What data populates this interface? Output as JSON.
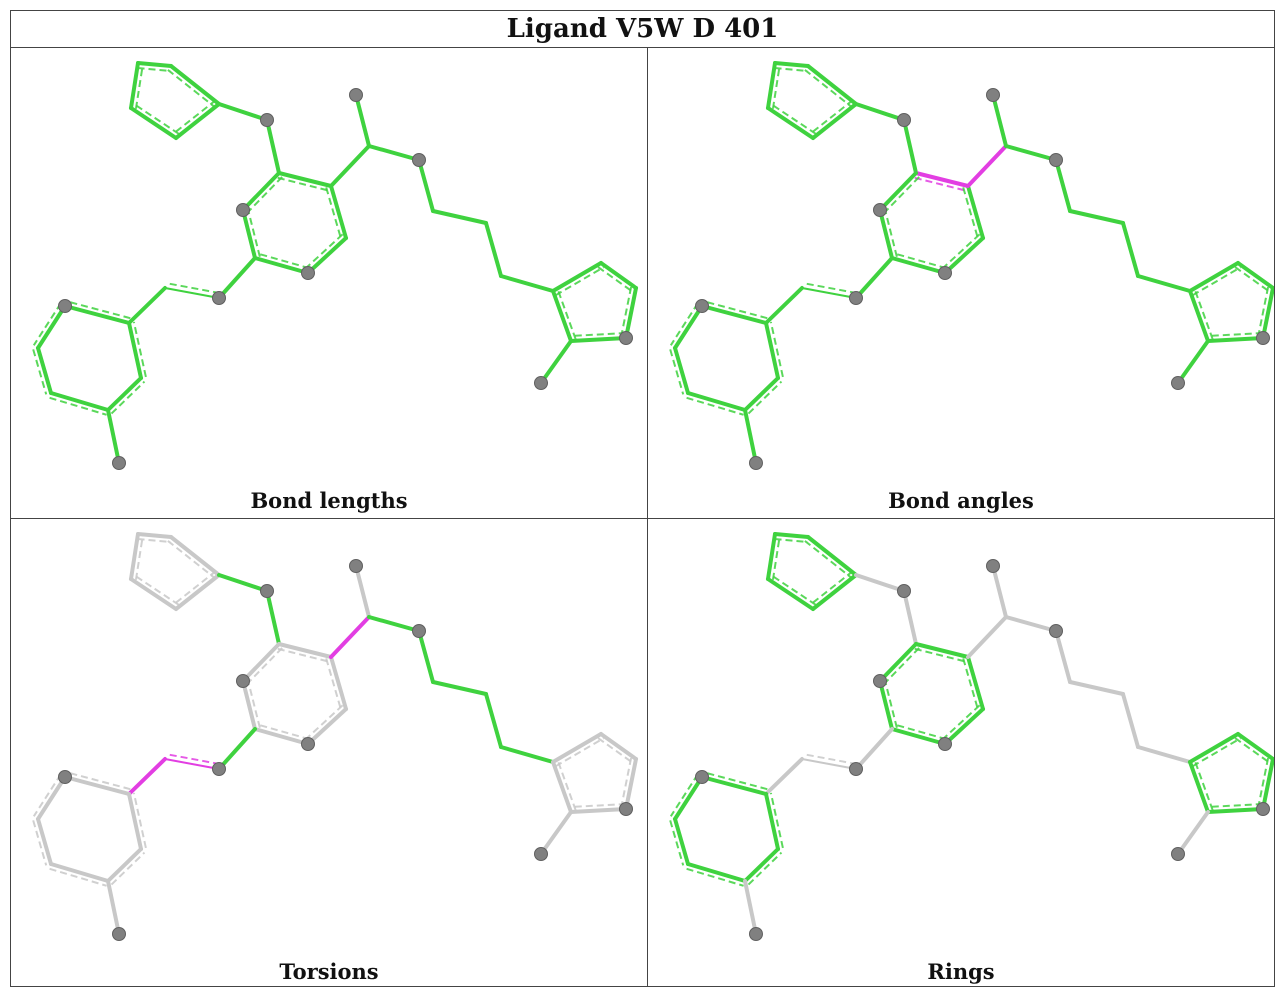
{
  "title": "Ligand V5W D 401",
  "colors": {
    "good": "#3fd23f",
    "outlier": "#e23ee2",
    "neutral": "#c8c8c8",
    "atom": "#808080"
  },
  "panels": [
    {
      "caption": "Bond lengths"
    },
    {
      "caption": "Bond angles"
    },
    {
      "caption": "Torsions"
    },
    {
      "caption": "Rings"
    }
  ]
}
